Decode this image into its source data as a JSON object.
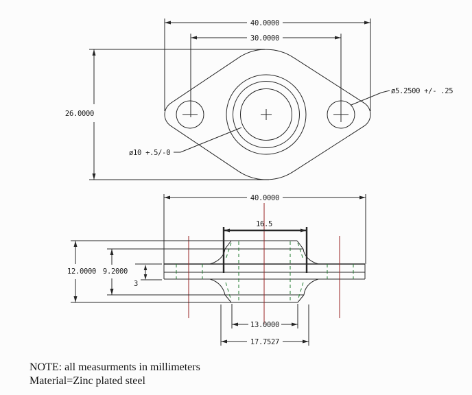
{
  "top_view": {
    "width": "40.0000",
    "hole_spacing": "30.0000",
    "height": "26.0000",
    "small_hole": "ø5.2500 +/- .25",
    "center_hole": "ø10 +.5/-0"
  },
  "side_view": {
    "width": "40.0000",
    "boss_top_width": "16.5",
    "height": "12.0000",
    "boss_height": "9.2000",
    "plate_thickness": "3",
    "counterbore": "13.0000",
    "boss_base_width": "17.7527"
  },
  "notes": {
    "line1": "NOTE: all measurments in millimeters",
    "line2": "Material=Zinc plated steel"
  },
  "colors": {
    "line": "#262626",
    "centerline": "#992222",
    "hidden": "#1f7a2e",
    "background": "#fcfcfc"
  }
}
